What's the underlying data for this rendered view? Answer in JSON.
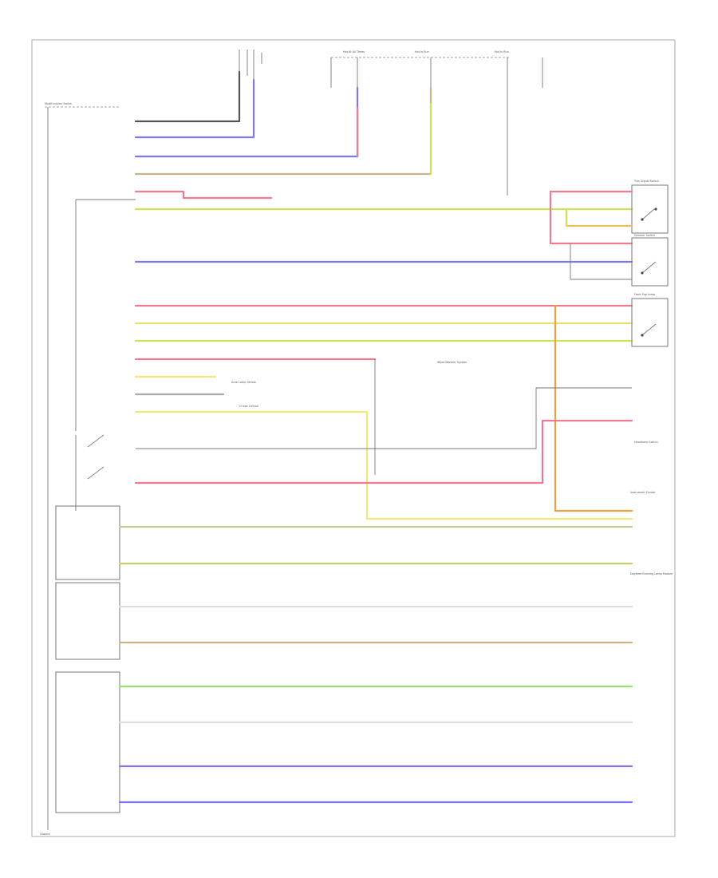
{
  "colors": {
    "black": "#333333",
    "blue": "#7b78f0",
    "red": "#ef7b8e",
    "tan": "#c8b48c",
    "yellow_green": "#c9e65a",
    "yellow": "#e8e070",
    "orange": "#f0a040",
    "olive": "#c8c898",
    "green": "#9ae070",
    "gray": "#c8c8c8",
    "yellow_line": "#f0e87a"
  },
  "top_labels": [
    "Hot At All Times",
    "Hot In Run",
    "Hot In Run"
  ],
  "left_connector_label": "Multifunction Switch",
  "bottom_left_label": "Ground",
  "components": [
    "Turn Signal Switch",
    "Dimmer Switch",
    "Front Fog Lamp",
    "Headlamp Switch",
    "Instrument Cluster",
    "Daytime Running Lamp Module"
  ],
  "annotations": [
    "Auto Lamp Sensor",
    "Wiper/Washer System",
    "Cruise Control"
  ]
}
